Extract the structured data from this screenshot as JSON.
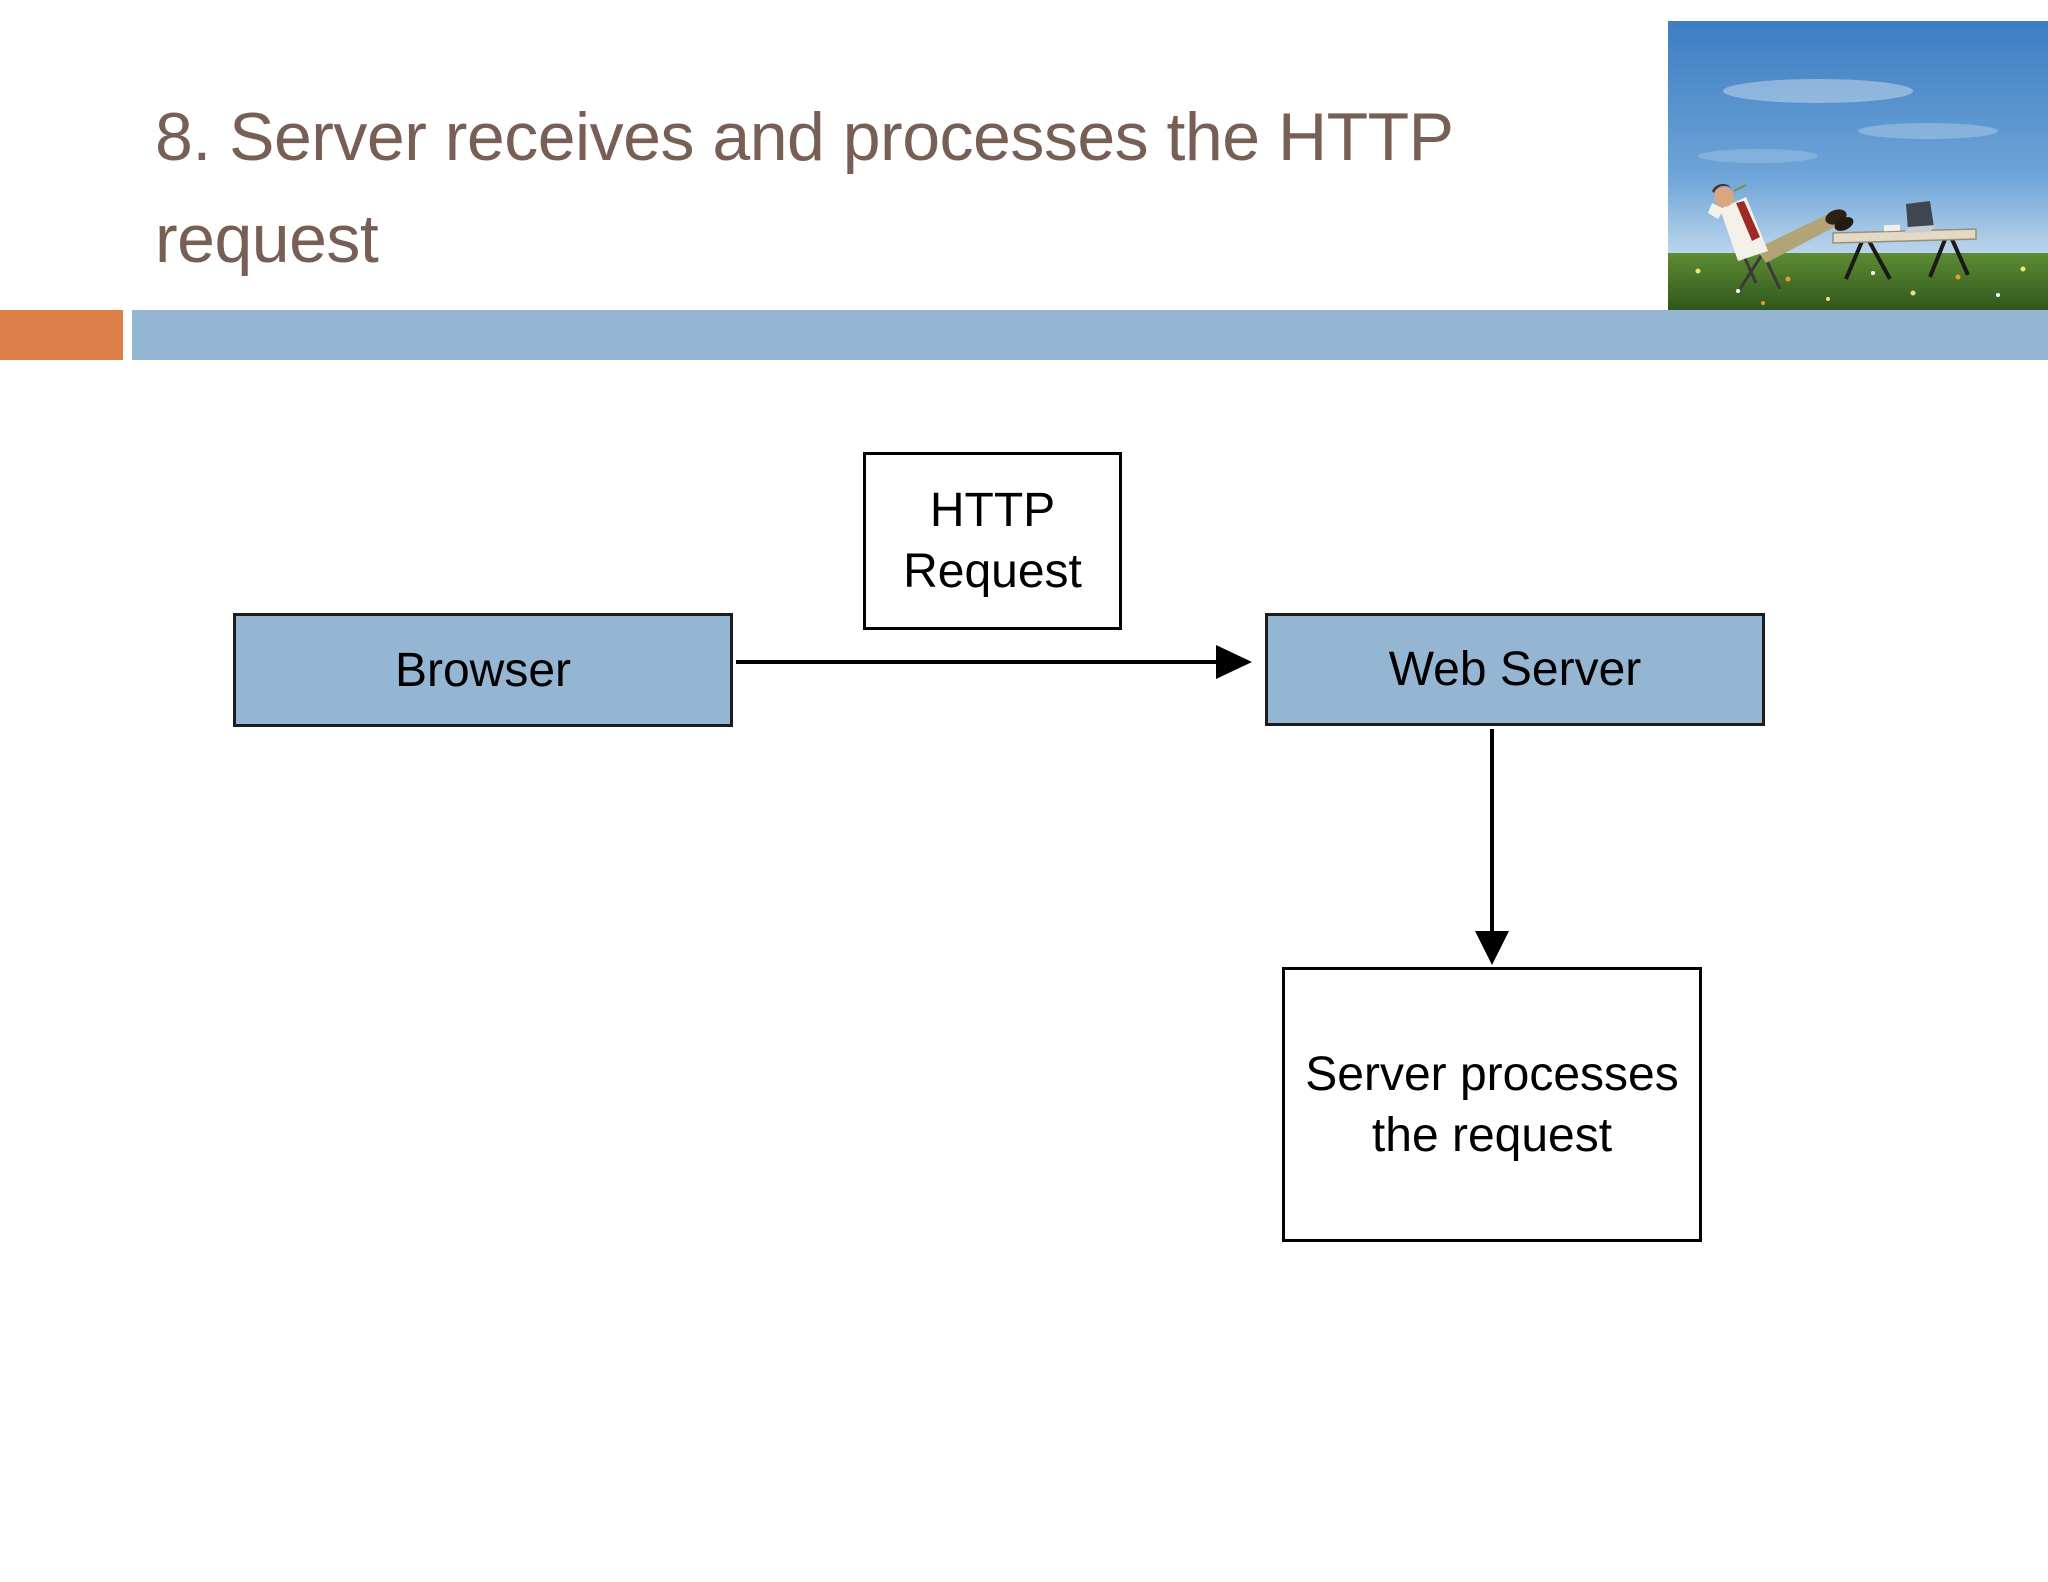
{
  "slide": {
    "title": "8. Server receives and processes the HTTP\nrequest"
  },
  "diagram": {
    "http_request_label": "HTTP\nRequest",
    "browser_label": "Browser",
    "web_server_label": "Web Server",
    "server_processes_label": "Server processes\nthe request",
    "edges": [
      {
        "from": "Browser",
        "to": "Web Server"
      },
      {
        "from": "Web Server",
        "to": "Server processes the request"
      }
    ]
  },
  "photo": {
    "description": "businessman reclining on a chair in a flower meadow, feet up on a table with a laptop, blue sky"
  },
  "colors": {
    "accent_orange": "#DD8047",
    "accent_blue": "#94B6D2",
    "title_brown": "#775F55",
    "node_fill_blue": "#94B6D2",
    "node_border": "#1C1C1C",
    "arrow_black": "#000000"
  }
}
